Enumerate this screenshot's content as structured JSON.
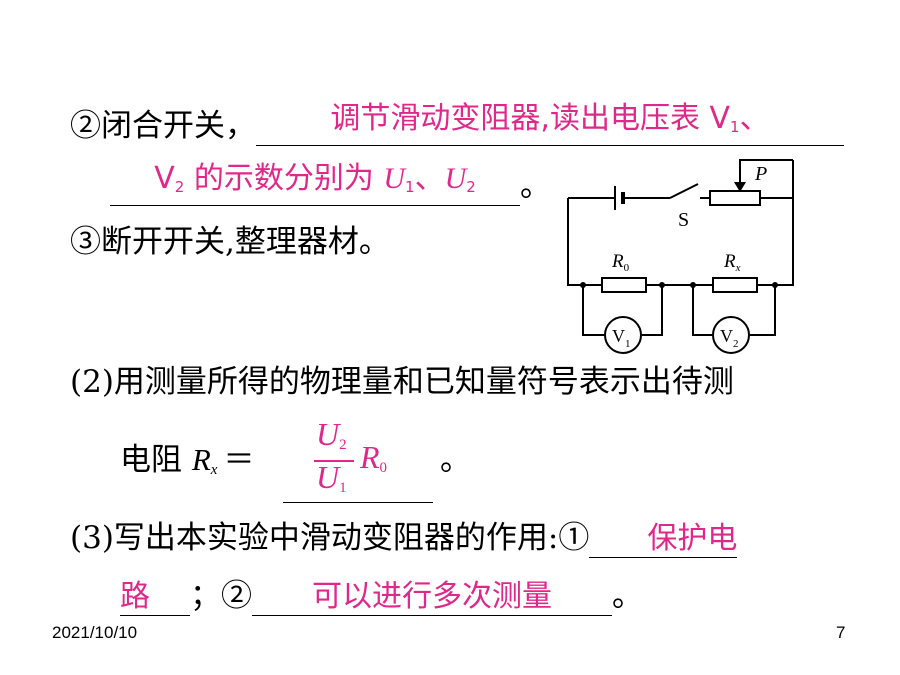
{
  "step2": {
    "label": "②闭合开关，",
    "answer_line1": "调节滑动变阻器,读出电压表 V",
    "answer_line1_sub": "1",
    "answer_line1_tail": "、",
    "answer_line2_a": "V",
    "answer_line2_a_sub": "2",
    "answer_line2_b": " 的示数分别为 ",
    "u1": "U",
    "u1_sub": "1",
    "sep": "、",
    "u2": "U",
    "u2_sub": "2",
    "end": "。"
  },
  "step3": {
    "text": "③断开开关,整理器材。"
  },
  "q2": {
    "text": "(2)用测量所得的物理量和已知量符号表示出待测",
    "prefix": "电阻 ",
    "rx": "R",
    "rx_sub": "x",
    "eq": "＝",
    "num": "U",
    "num_sub": "2",
    "den": "U",
    "den_sub": "1",
    "r0": "R",
    "r0_sub": "0",
    "end": "。"
  },
  "q3": {
    "text": "(3)写出本实验中滑动变阻器的作用:①",
    "answer1_a": "保护电",
    "answer1_b": "路",
    "mid": "；②",
    "answer2": "可以进行多次测量",
    "end": "。"
  },
  "circuit": {
    "label_p": "P",
    "label_s": "S",
    "label_r0": "R",
    "label_r0_sub": "0",
    "label_rx": "R",
    "label_rx_sub": "x",
    "label_v1": "V",
    "label_v1_sub": "1",
    "label_v2": "V",
    "label_v2_sub": "2"
  },
  "footer": {
    "date": "2021/10/10",
    "page": "7"
  },
  "colors": {
    "answer": "#e0288a"
  }
}
